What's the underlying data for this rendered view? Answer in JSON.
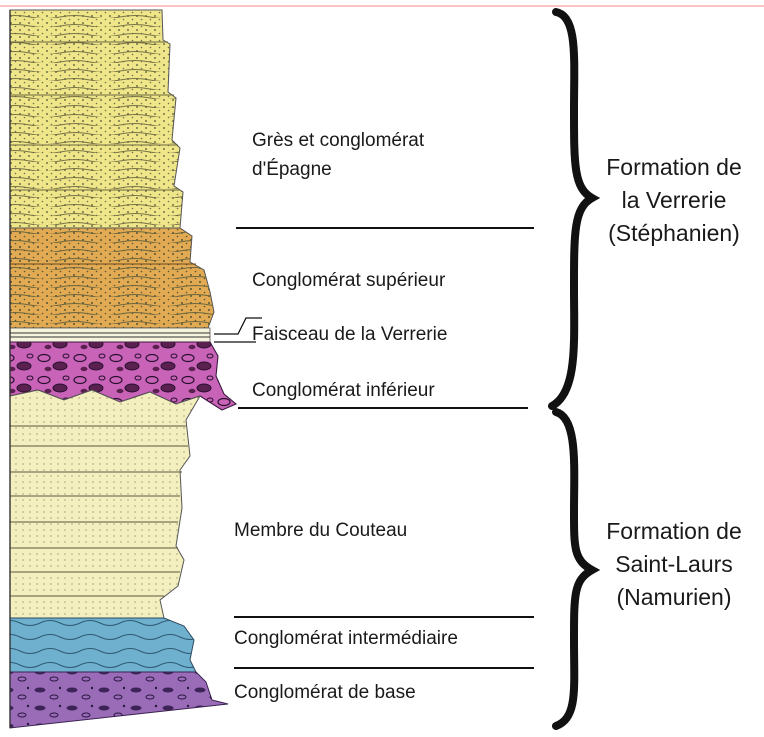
{
  "colors": {
    "top_rule": "#f4a0a6",
    "yellow_sandstone": "#efe68a",
    "orange_conglomerate": "#e2aa52",
    "magenta_conglomerate": "#c963b8",
    "pale_sandstone": "#f3efbf",
    "blue_unit": "#6fb0cf",
    "purple_base": "#9a6cb8",
    "ink": "#1a1a1a"
  },
  "units": {
    "gres_line1": "Grès et conglomérat",
    "gres_line2": "d'Épagne",
    "cong_sup": "Conglomérat supérieur",
    "faisceau": "Faisceau de la Verrerie",
    "cong_inf": "Conglomérat inférieur",
    "membre": "Membre du Couteau",
    "cong_int": "Conglomérat intermédiaire",
    "cong_base": "Conglomérat de base"
  },
  "formations": {
    "verrerie": [
      "Formation de",
      "la Verrerie",
      "(Stéphanien)"
    ],
    "saintlaurs": [
      "Formation de",
      "Saint-Laurs",
      "(Namurien)"
    ]
  }
}
